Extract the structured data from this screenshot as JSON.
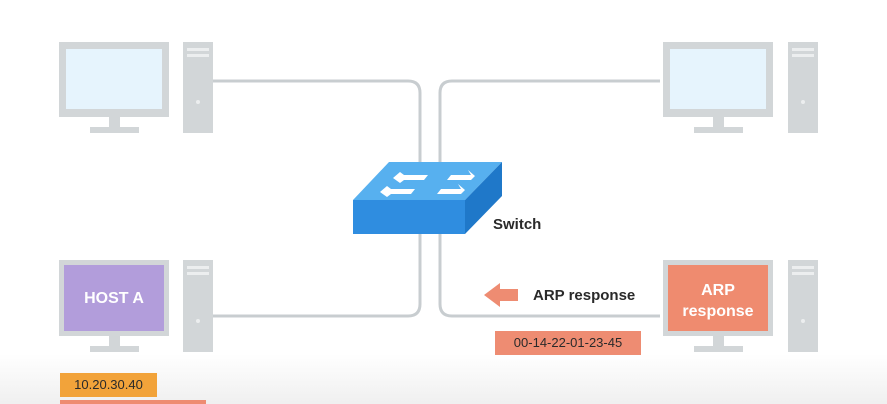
{
  "colors": {
    "line": "#c8cdd0",
    "screen_plain": "#e6f4fd",
    "screen_host_a": "#b29ddb",
    "screen_arp": "#ef8b6f",
    "device_gray": "#d2d6d8",
    "switch_top": "#57b0ef",
    "switch_front": "#2f8de0",
    "arrow": "#ee8c72",
    "ip_tag": "#f2a33a",
    "mac_tag": "#ee8c72"
  },
  "icons": [
    "computer-icon",
    "network-switch-icon",
    "left-arrow-icon"
  ],
  "switch": {
    "label": "Switch"
  },
  "host_a": {
    "label": "HOST A",
    "ip": "10.20.30.40"
  },
  "responder": {
    "label_line1": "ARP",
    "label_line2": "response",
    "mac": "00-14-22-01-23-45"
  },
  "message": {
    "label": "ARP response"
  }
}
